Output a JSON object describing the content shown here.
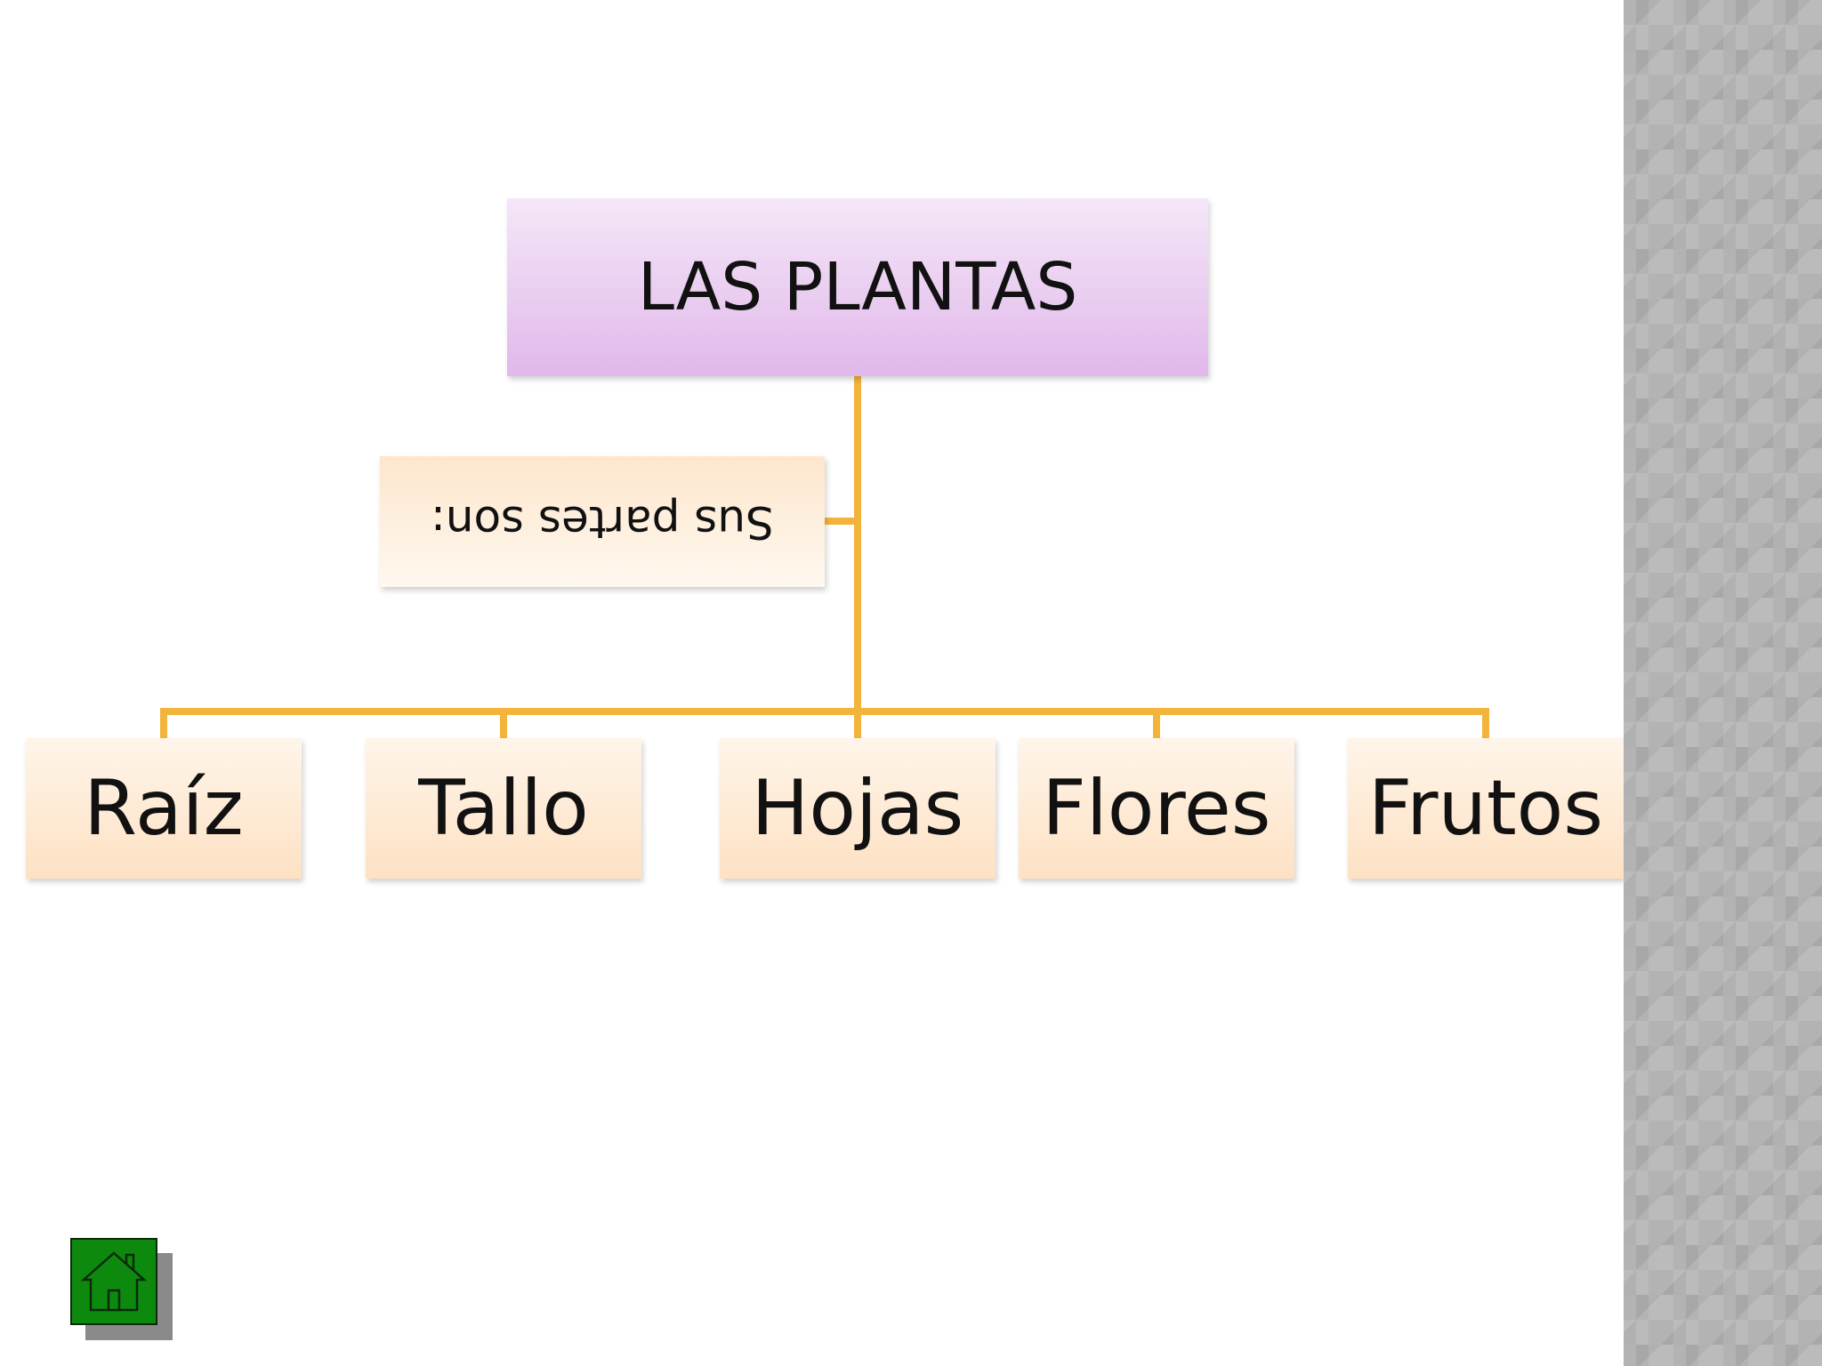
{
  "diagram": {
    "root": {
      "label": "LAS PLANTAS"
    },
    "note": {
      "label": "Sus partes son:"
    },
    "parts": [
      {
        "label": "Raíz"
      },
      {
        "label": "Tallo"
      },
      {
        "label": "Hojas"
      },
      {
        "label": "Flores"
      },
      {
        "label": "Frutos"
      }
    ]
  },
  "colors": {
    "connector": "#f2b43a",
    "root_fill_top": "#f4e7f8",
    "root_fill_bottom": "#e1b8ea",
    "leaf_fill": "#fde1c3",
    "home_button": "#0d8a0d"
  },
  "icons": {
    "home": "home-icon"
  }
}
